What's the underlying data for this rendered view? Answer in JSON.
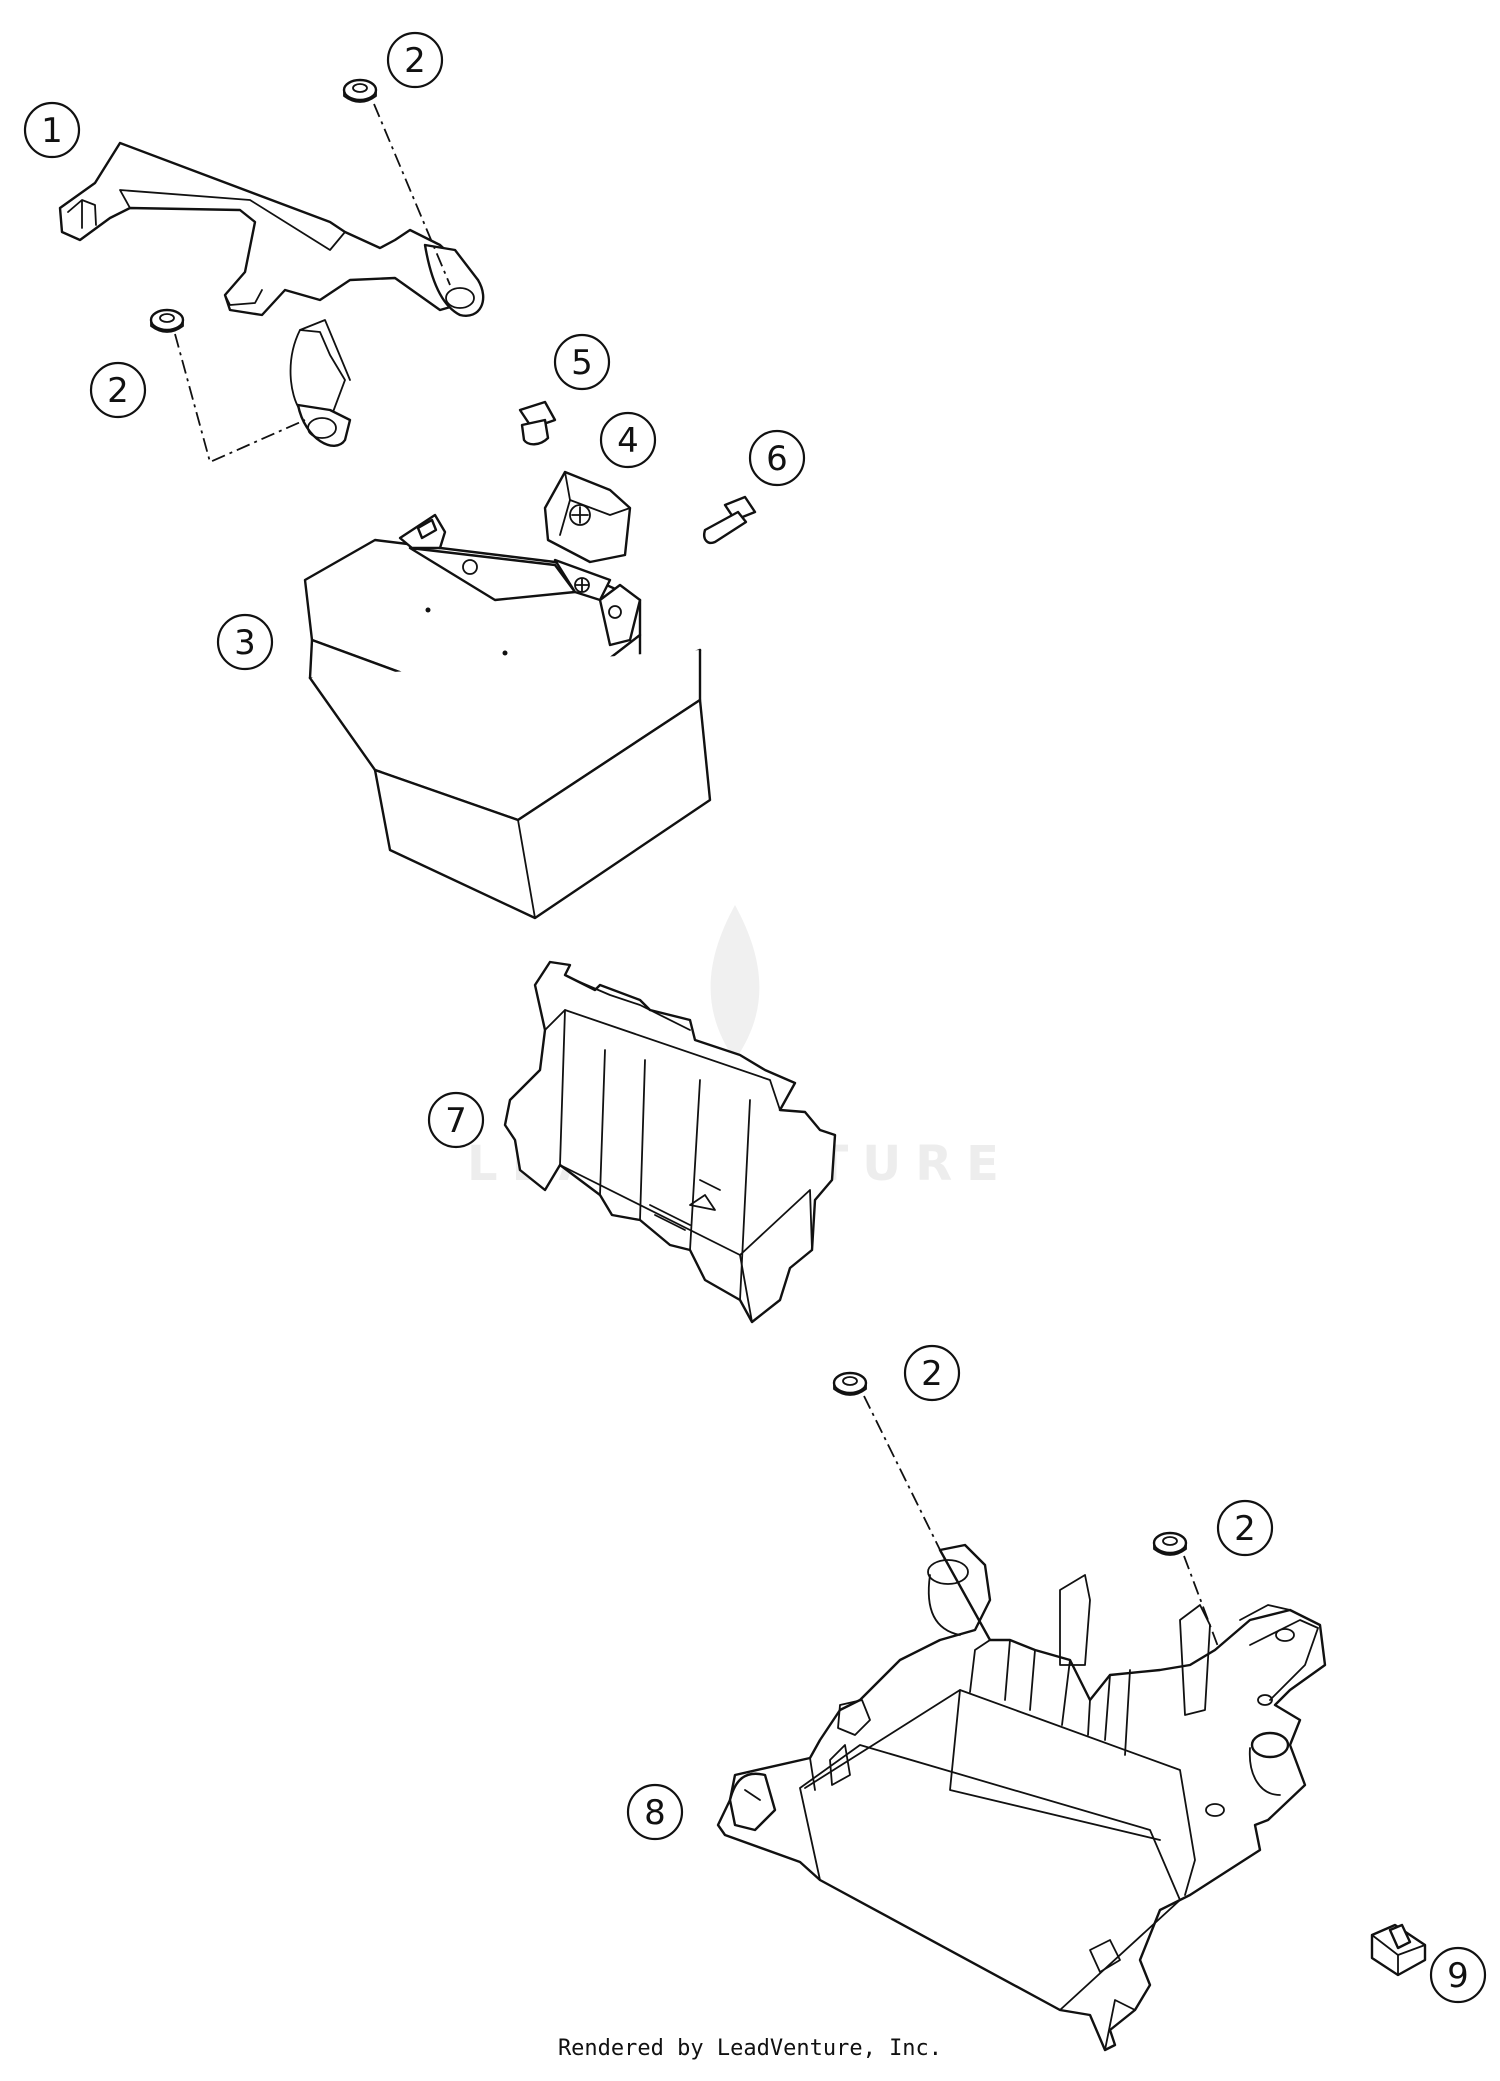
{
  "callouts": [
    {
      "id": "c1",
      "label": "1"
    },
    {
      "id": "c2a",
      "label": "2"
    },
    {
      "id": "c2b",
      "label": "2"
    },
    {
      "id": "c2c",
      "label": "2"
    },
    {
      "id": "c2d",
      "label": "2"
    },
    {
      "id": "c3",
      "label": "3"
    },
    {
      "id": "c4",
      "label": "4"
    },
    {
      "id": "c5",
      "label": "5"
    },
    {
      "id": "c6",
      "label": "6"
    },
    {
      "id": "c7",
      "label": "7"
    },
    {
      "id": "c8",
      "label": "8"
    },
    {
      "id": "c9",
      "label": "9"
    }
  ],
  "watermark": "LEADVENTURE",
  "footer": "Rendered by LeadVenture, Inc."
}
